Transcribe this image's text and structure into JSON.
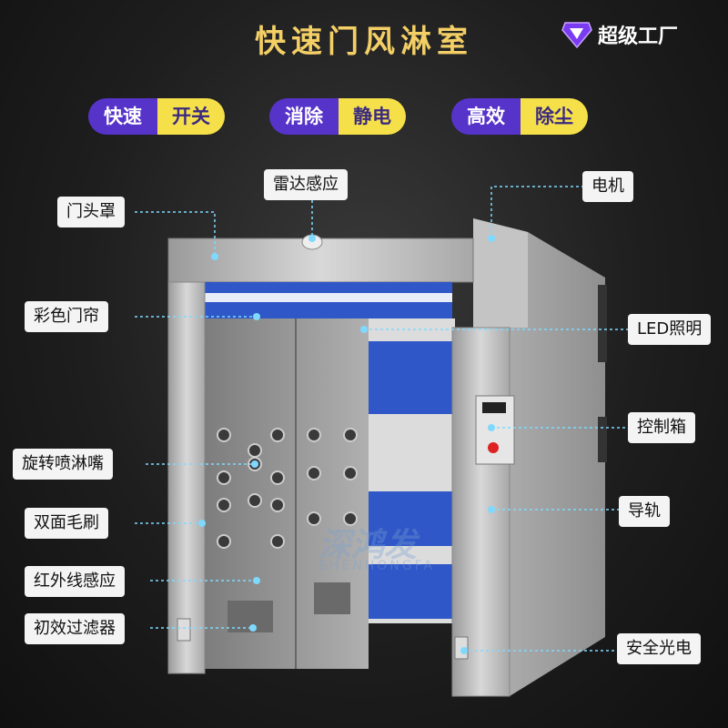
{
  "title": "快速门风淋室",
  "brand": {
    "name": "超级工厂",
    "icon": "diamond-logo-icon"
  },
  "features": [
    {
      "left": "快速",
      "right": "开关"
    },
    {
      "left": "消除",
      "right": "静电"
    },
    {
      "left": "高效",
      "right": "除尘"
    }
  ],
  "labels": {
    "radar": "雷达感应",
    "motor": "电机",
    "hood": "门头罩",
    "curtain": "彩色门帘",
    "led": "LED照明",
    "control": "控制箱",
    "nozzle": "旋转喷淋嘴",
    "brush": "双面毛刷",
    "guide": "导轨",
    "infrared": "红外线感应",
    "filter": "初效过滤器",
    "safety": "安全光电"
  },
  "watermark": {
    "cn": "深鸿发",
    "en": "SHENHONGFA"
  },
  "colors": {
    "title": "#f3cf66",
    "pill_left": "#5633c9",
    "pill_right": "#f6e04a",
    "leader": "#7fd9ff",
    "curtain": "#2f57c8"
  }
}
